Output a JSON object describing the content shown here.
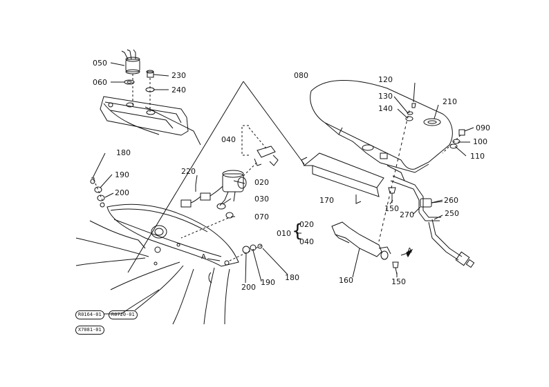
{
  "parts": {
    "p050": "050",
    "p060": "060",
    "p230": "230",
    "p240": "240",
    "p080": "080",
    "p120": "120",
    "p130": "130",
    "p140": "140",
    "p210": "210",
    "p090": "090",
    "p100": "100",
    "p110": "110",
    "p040": "040",
    "p180a": "180",
    "p190a": "190",
    "p200a": "200",
    "p220": "220",
    "p020": "020",
    "p030": "030",
    "p070": "070",
    "p170": "170",
    "p150a": "150",
    "p260": "260",
    "p270": "270",
    "p250": "250",
    "p010": "010",
    "p020b": "020",
    "p040b": "040",
    "p160": "160",
    "p150b": "150",
    "p200b": "200",
    "p190b": "190",
    "p180b": "180",
    "refA1": "A",
    "refA2": "A"
  },
  "ref_ovals": {
    "r1": "R0164-01",
    "r2": "R0720-01",
    "r3": "X7081-01"
  }
}
